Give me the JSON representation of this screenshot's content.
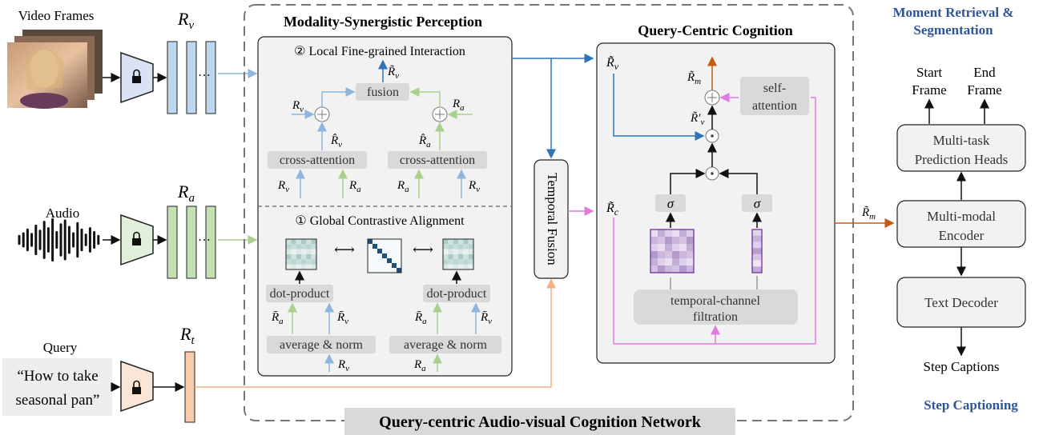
{
  "inputs": {
    "video_label": "Video Frames",
    "audio_label": "Audio",
    "query_label": "Query",
    "query_text_line1": "“How to take",
    "query_text_line2": "seasonal pan”"
  },
  "features": {
    "rv": {
      "base": "R",
      "sub": "v"
    },
    "ra": {
      "base": "R",
      "sub": "a"
    },
    "rt": {
      "base": "R",
      "sub": "t"
    },
    "ellipsis": "…"
  },
  "network": {
    "title": "Query-centric Audio-visual Cognition Network"
  },
  "msp": {
    "title": "Modality-Synergistic Perception",
    "local_title": "② Local Fine-grained Interaction",
    "global_title": "① Global Contrastive Alignment",
    "fusion": "fusion",
    "cross_attention": "cross-attention",
    "dot_product": "dot-product",
    "average_norm": "average & norm",
    "arrow_double": "⟷",
    "oplus": "+"
  },
  "temporal_fusion": {
    "label": "Temporal Fusion"
  },
  "qcc": {
    "title": "Query-Centric Cognition",
    "self_attention_l1": "self-",
    "self_attention_l2": "attention",
    "filtration_l1": "temporal-channel",
    "filtration_l2": "filtration",
    "sigma": "σ",
    "odot": "·"
  },
  "heads": {
    "title_l1": "Moment Retrieval &",
    "title_l2": "Segmentation",
    "start_l1": "Start",
    "start_l2": "Frame",
    "end_l1": "End",
    "end_l2": "Frame",
    "multitask_l1": "Multi-task",
    "multitask_l2": "Prediction Heads",
    "encoder_l1": "Multi-modal",
    "encoder_l2": "Encoder",
    "decoder": "Text Decoder",
    "step_captions": "Step Captions",
    "step_captioning": "Step Captioning"
  },
  "colors": {
    "blue": "#8fb5de",
    "blue_dark": "#2e75b6",
    "green": "#a9d18e",
    "orange": "#f4b183",
    "orange_dark": "#c55a11",
    "pink": "#e07be0",
    "title_blue": "#2f5597"
  }
}
